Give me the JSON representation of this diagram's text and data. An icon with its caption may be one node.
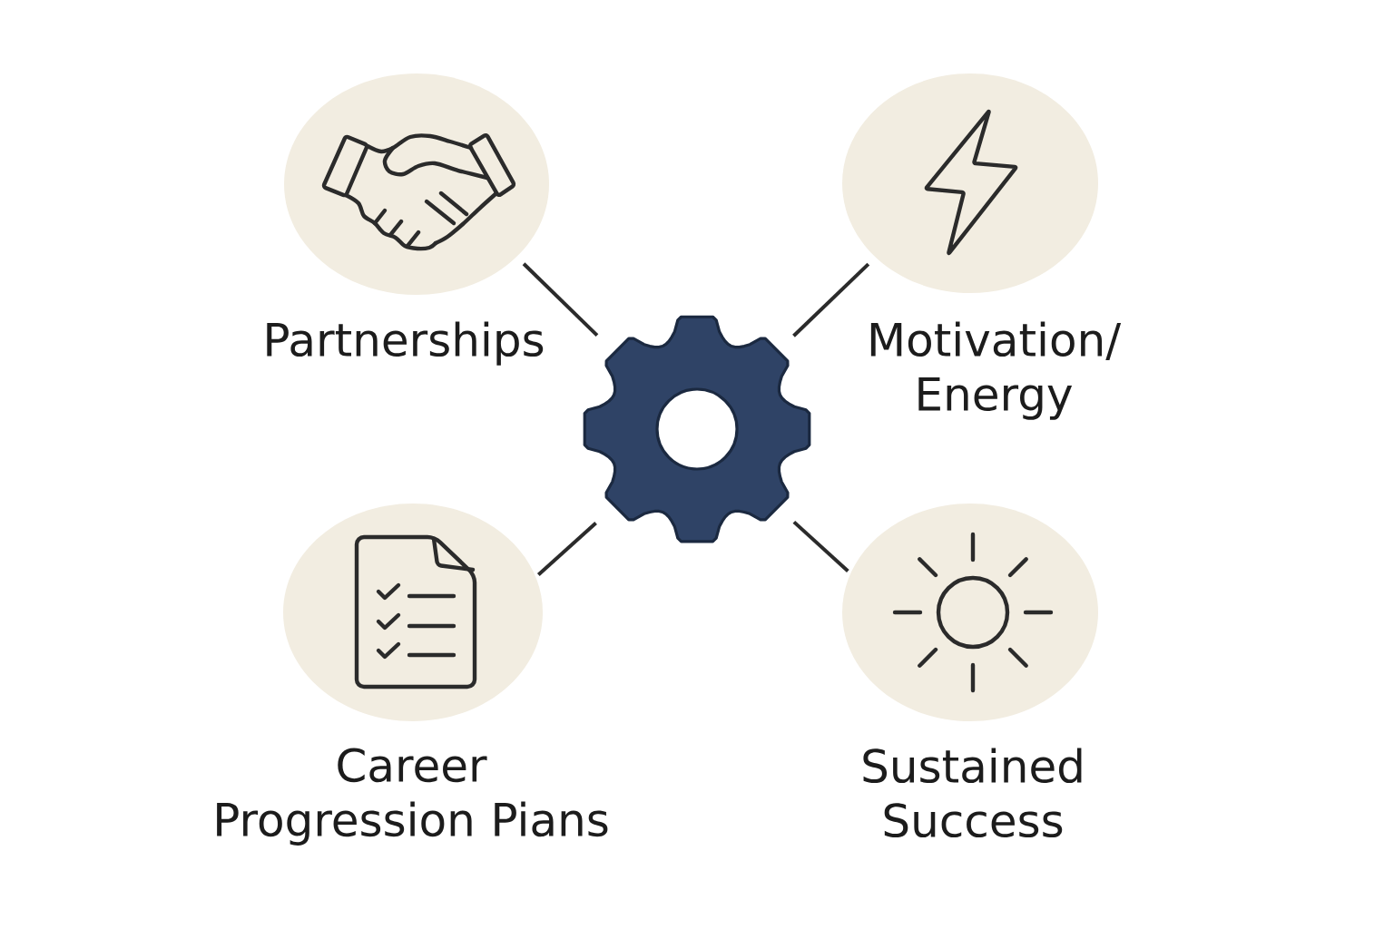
{
  "diagram": {
    "nodes": [
      {
        "text": [
          "Partnerships"
        ]
      },
      {
        "text": [
          "Motivation/ Energy"
        ]
      },
      {
        "text": [],
        "shape": "gear"
      },
      {
        "text": [
          "Career Progression Pians"
        ]
      },
      {
        "text": [
          "Sustained Success"
        ]
      }
    ],
    "edges": [
      {
        "from": 2,
        "to": 0,
        "arrow": "none"
      },
      {
        "from": 2,
        "to": 1,
        "arrow": "none"
      },
      {
        "from": 2,
        "to": 3,
        "arrow": "none"
      },
      {
        "from": 2,
        "to": 4,
        "arrow": "none"
      }
    ]
  }
}
